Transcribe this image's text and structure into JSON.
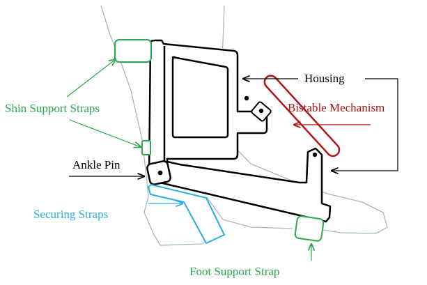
{
  "labels": {
    "housing": "Housing",
    "bistable": "Bistable Mechanism",
    "shin_straps": "Shin Support Straps",
    "ankle_pin": "Ankle Pin",
    "securing_straps": "Securing Straps",
    "foot_strap": "Foot Support Strap"
  },
  "colors": {
    "outline": "#000000",
    "leg": "#a9b6c4",
    "shin_strap": "#2aa84a",
    "securing_strap": "#2aaedc",
    "bistable": "#b01414",
    "text_black": "#000000",
    "text_green": "#2aa84a",
    "text_blue": "#2aaedc",
    "text_red": "#b01414"
  }
}
